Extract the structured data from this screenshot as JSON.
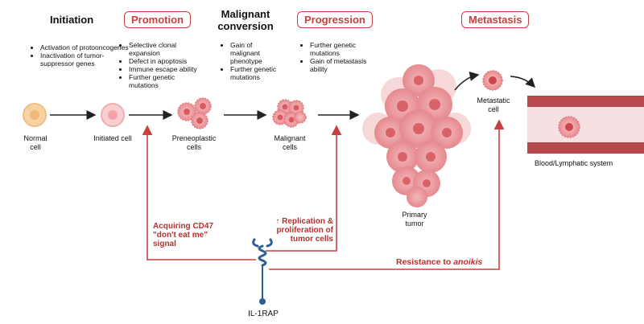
{
  "stages": {
    "initiation": "Initiation",
    "promotion": "Promotion",
    "malignant_conversion": "Malignant conversion",
    "progression": "Progression",
    "metastasis": "Metastasis"
  },
  "bullets": {
    "initiation": [
      "Activation of protooncogenes",
      "Inactivation of tumor-suppressor genes"
    ],
    "promotion": [
      "Selective clonal expansion",
      "Defect in apoptosis",
      "Immune escape ability",
      "Further genetic mutations"
    ],
    "malignant_conversion": [
      "Gain of malignant phenotype",
      "Further genetic mutations"
    ],
    "progression": [
      "Further genetic mutations",
      "Gain of metastasis ability"
    ]
  },
  "cells": {
    "normal": "Normal cell",
    "initiated": "Initiated cell",
    "preneoplastic": "Preneoplastic cells",
    "malignant": "Malignant cells",
    "primary_tumor": "Primary tumor",
    "metastatic": "Metastatic cell",
    "vessel": "Blood/Lymphatic system"
  },
  "il1rap": {
    "receptor_label": "IL-1RAP",
    "effect_cd47": "Acquiring CD47 \"don't eat me\" signal",
    "effect_replication": "↑ Replication & proliferation of tumor cells",
    "effect_anoikis_prefix": "Resistance to",
    "effect_anoikis_term": "anoikis"
  },
  "colors": {
    "accent": "#c7403f",
    "cell_pink": "#f1a5a8",
    "nucleus": "#d85a60",
    "normal_cell": "#f7d3a3",
    "vessel_wall": "#b8484c",
    "receptor_blue": "#2e5f93"
  }
}
